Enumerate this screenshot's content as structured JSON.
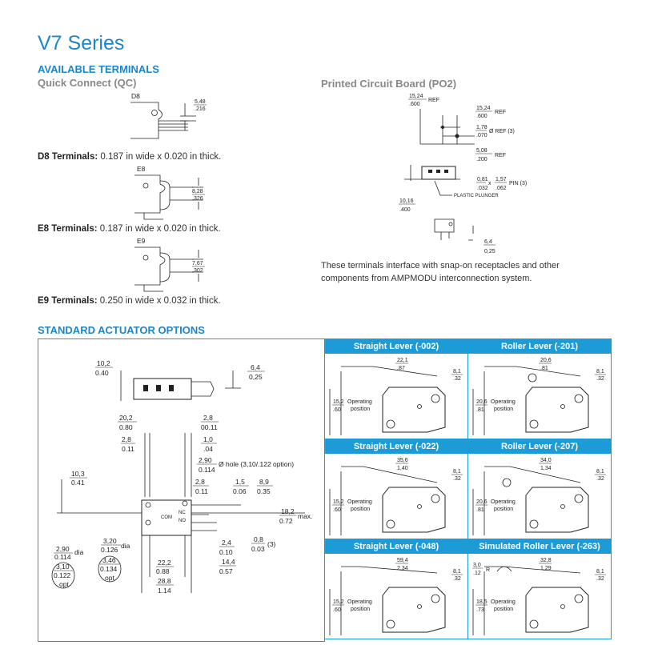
{
  "title": "V7 Series",
  "terminals": {
    "heading": "AVAILABLE TERMINALS",
    "qc_sub": "Quick Connect (QC)",
    "pcb_sub": "Printed Circuit Board (PO2)",
    "d8": {
      "code": "D8",
      "label": "D8 Terminals:",
      "text": " 0.187 in wide x 0.020 in thick.",
      "dim_top": "5,48",
      "dim_bot": ".216"
    },
    "e8": {
      "code": "E8",
      "label": "E8 Terminals:",
      "text": " 0.187 in wide x 0.020 in thick.",
      "dim_top": "8,28",
      "dim_bot": ".326"
    },
    "e9": {
      "code": "E9",
      "label": "E9 Terminals:",
      "text": " 0.250 in wide x 0.032 in thick.",
      "dim_top": "7,67",
      "dim_bot": ".302"
    },
    "pcb": {
      "d1_top": "15,24",
      "d1_bot": ".600",
      "d1_suf": "REF",
      "d2_top": "15,24",
      "d2_bot": ".600",
      "d2_suf": "REF",
      "d3_top": "1,78",
      "d3_bot": ".070",
      "d3_suf": "Ø REF (3)",
      "d4_top": "5,08",
      "d4_bot": ".200",
      "d4_suf": "REF",
      "d5_top": "0,81",
      "d5_bot": ".032",
      "d5_x": "x",
      "d6_top": "1,57",
      "d6_bot": ".062",
      "d6_suf": "PIN (3)",
      "plunger": "PLASTIC PLUNGER",
      "d7_top": "10,16",
      "d7_bot": ".400",
      "d8_top": "6,4",
      "d8_bot": "0,25"
    },
    "note": "These terminals interface with snap-on receptacles and other components from AMPMODU interconnection system."
  },
  "actuators": {
    "heading": "STANDARD ACTUATOR OPTIONS",
    "main": {
      "d_top1": "10,2",
      "d_bot1": "0.40",
      "d_top2": "6,4",
      "d_bot2": "0,25",
      "d_top3": "20,2",
      "d_bot3": "0.80",
      "d_top4": "2,8",
      "d_bot4": "00.11",
      "d_top5": "2,8",
      "d_bot5": "0.11",
      "d_top6": "1,0",
      "d_bot6": ".04",
      "d_top7": "2,90",
      "d_bot7": "0.114",
      "hole": "Ø hole (3,10/.122 option)",
      "d_top8": "10,3",
      "d_bot8": "0.41",
      "d_top9": "2,8",
      "d_bot9": "0.11",
      "d_top10": "1,5",
      "d_bot10": "0.06",
      "d_top11": "8,9",
      "d_bot11": "0.35",
      "d_top12": "18,2",
      "d_bot12": "0.72",
      "max": "max.",
      "nc": "NC",
      "no": "NO",
      "com": "COM",
      "d_top13": "2,90",
      "d_bot13": "0.114",
      "dia1": "dia",
      "d_top14": "3,20",
      "d_bot14": "0.126",
      "dia2": "dia",
      "d_top15": "3,10",
      "d_bot15": "0.122",
      "opt1": "opt",
      "d_top16": "3,46",
      "d_bot16": "0.134",
      "opt2": "opt",
      "d_top17": "22,2",
      "d_bot17": "0.88",
      "d_top18": "28,8",
      "d_bot18": "1.14",
      "d_top19": "2,4",
      "d_bot19": "0.10",
      "d_top20": "14,4",
      "d_bot20": "0.57",
      "d_top21": "0,8",
      "d_bot21": "0.03",
      "n3": "(3)"
    },
    "panels": [
      {
        "title": "Straight Lever (-002)",
        "lt": "22,1",
        "lb": ".87",
        "rt": "8,1",
        "rb": ".32",
        "yt": "15,2",
        "yb": ".60",
        "op1": "Operating",
        "op2": "position"
      },
      {
        "title": "Roller Lever (-201)",
        "lt": "20,6",
        "lb": ".81",
        "rt": "8,1",
        "rb": ".32",
        "yt": "20,6",
        "yb": ".81",
        "op1": "Operating",
        "op2": "position"
      },
      {
        "title": "Straight Lever (-022)",
        "lt": "35,6",
        "lb": "1,40",
        "rt": "8,1",
        "rb": ".32",
        "yt": "15,2",
        "yb": ".60",
        "op1": "Operating",
        "op2": "position"
      },
      {
        "title": "Roller Lever (-207)",
        "lt": "34,0",
        "lb": "1,34",
        "rt": "8,1",
        "rb": ".32",
        "yt": "20,6",
        "yb": ".81",
        "op1": "Operating",
        "op2": "position"
      },
      {
        "title": "Straight Lever (-048)",
        "lt": "59,4",
        "lb": "2,34",
        "rt": "8,1",
        "rb": ".32",
        "yt": "15,2",
        "yb": ".60",
        "op1": "Operating",
        "op2": "position"
      },
      {
        "title": "Simulated Roller Lever (-263)",
        "lt": "32,8",
        "lb": "1,29",
        "rt": "8,1",
        "rb": ".32",
        "yt": "18,5",
        "yb": ".73",
        "op1": "Operating",
        "op2": "position",
        "rt2": "3,0",
        "rb2": ".12",
        "r": "R"
      }
    ]
  }
}
